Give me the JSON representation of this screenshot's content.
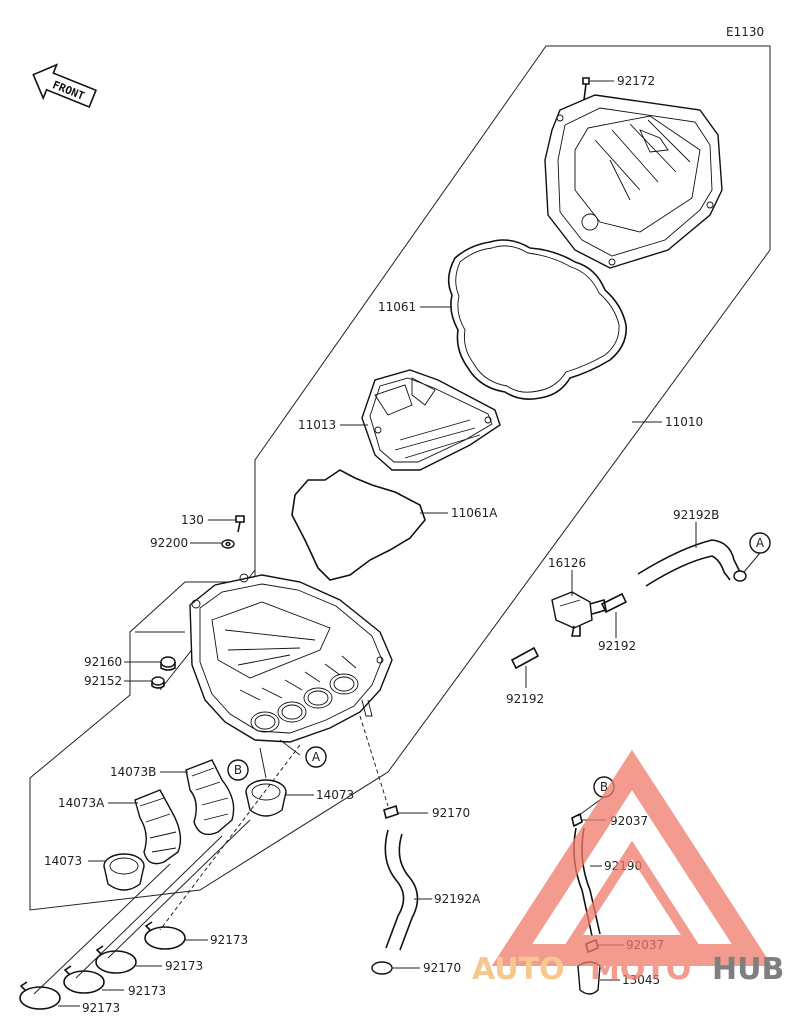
{
  "diagram_code": "E1130",
  "front_label": "FRONT",
  "callouts": {
    "A": "A",
    "B": "B"
  },
  "parts": [
    {
      "id": "p92172",
      "label": "92172"
    },
    {
      "id": "p11061",
      "label": "11061"
    },
    {
      "id": "p11013",
      "label": "11013"
    },
    {
      "id": "p11010",
      "label": "11010"
    },
    {
      "id": "p11061A",
      "label": "11061A"
    },
    {
      "id": "p130",
      "label": "130"
    },
    {
      "id": "p92200",
      "label": "92200"
    },
    {
      "id": "p92160",
      "label": "92160"
    },
    {
      "id": "p92152",
      "label": "92152"
    },
    {
      "id": "p92192B",
      "label": "92192B"
    },
    {
      "id": "p16126",
      "label": "16126"
    },
    {
      "id": "p92192a",
      "label": "92192"
    },
    {
      "id": "p92192b",
      "label": "92192"
    },
    {
      "id": "p14073B",
      "label": "14073B"
    },
    {
      "id": "p14073A",
      "label": "14073A"
    },
    {
      "id": "p14073a",
      "label": "14073"
    },
    {
      "id": "p14073b",
      "label": "14073"
    },
    {
      "id": "p92170a",
      "label": "92170"
    },
    {
      "id": "p92192A",
      "label": "92192A"
    },
    {
      "id": "p92170b",
      "label": "92170"
    },
    {
      "id": "p92037a",
      "label": "92037"
    },
    {
      "id": "p92190",
      "label": "92190"
    },
    {
      "id": "p92037b",
      "label": "92037"
    },
    {
      "id": "p13045",
      "label": "13045"
    },
    {
      "id": "p92173a",
      "label": "92173"
    },
    {
      "id": "p92173b",
      "label": "92173"
    },
    {
      "id": "p92173c",
      "label": "92173"
    },
    {
      "id": "p92173d",
      "label": "92173"
    }
  ],
  "watermark": {
    "auto": "AUTO",
    "moto": "MOTO",
    "hub": "HUB",
    "color_auto": "#f3b66b",
    "color_moto": "#f07a6a",
    "color_hub": "#555555"
  }
}
